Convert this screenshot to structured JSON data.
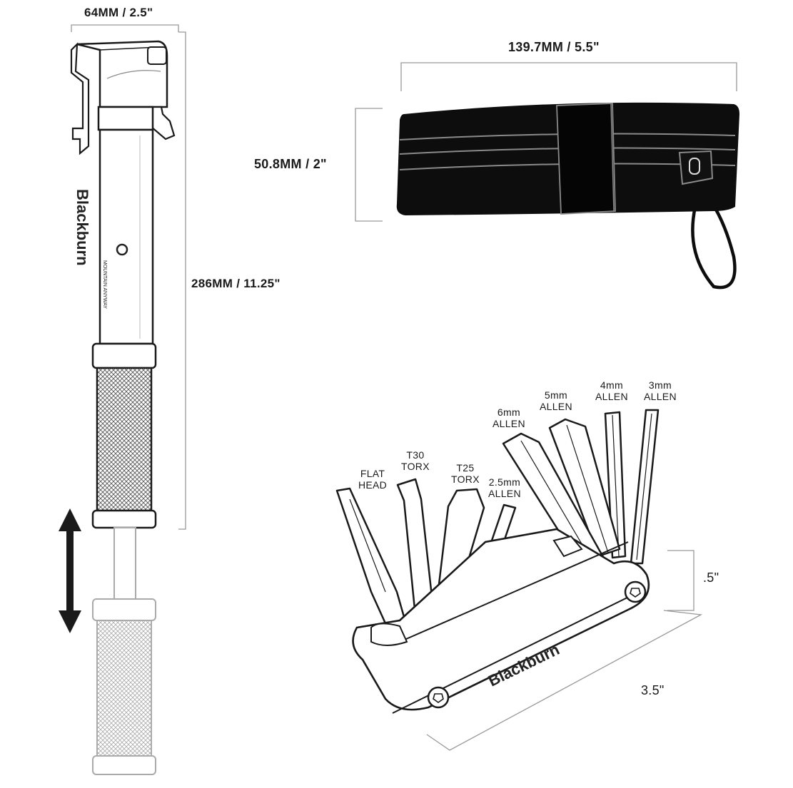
{
  "pump": {
    "width_label": "64MM / 2.5\"",
    "length_label": "286MM / 11.25\"",
    "brand": "Blackburn",
    "model": "MOUNTAIN ANYWAY"
  },
  "bag": {
    "width_label": "139.7MM / 5.5\"",
    "height_label": "50.8MM / 2\""
  },
  "multitool": {
    "brand": "Blackburn",
    "thickness_label": ".5\"",
    "length_label": "3.5\"",
    "tools": [
      {
        "label": "FLAT\nHEAD"
      },
      {
        "label": "T30\nTORX"
      },
      {
        "label": "T25\nTORX"
      },
      {
        "label": "2.5mm\nALLEN"
      },
      {
        "label": "6mm\nALLEN"
      },
      {
        "label": "5mm\nALLEN"
      },
      {
        "label": "4mm\nALLEN"
      },
      {
        "label": "3mm\nALLEN"
      }
    ]
  },
  "colors": {
    "ink": "#1a1a1a",
    "dimension_line": "#999999",
    "bag_fill": "#0d0d0d",
    "bag_stitch": "#8a8a8a"
  }
}
